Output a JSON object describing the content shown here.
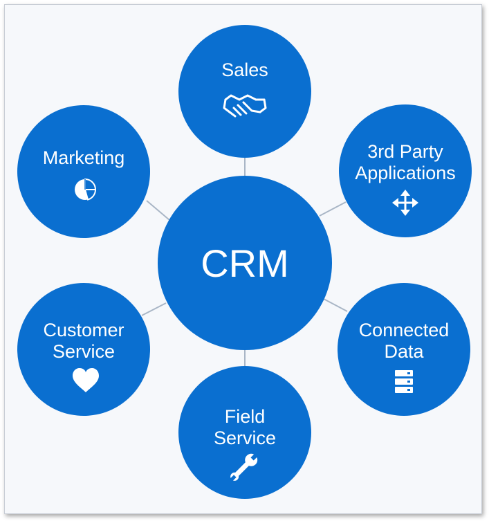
{
  "diagram": {
    "hub": {
      "label": "CRM"
    },
    "nodes": [
      {
        "id": "sales",
        "lines": [
          "Sales"
        ],
        "icon": "handshake-icon"
      },
      {
        "id": "third-party",
        "lines": [
          "3rd Party",
          "Applications"
        ],
        "icon": "move-arrows-icon"
      },
      {
        "id": "connected-data",
        "lines": [
          "Connected",
          "Data"
        ],
        "icon": "database-icon"
      },
      {
        "id": "field-service",
        "lines": [
          "Field",
          "Service"
        ],
        "icon": "wrench-icon"
      },
      {
        "id": "customer-service",
        "lines": [
          "Customer",
          "Service"
        ],
        "icon": "heart-icon"
      },
      {
        "id": "marketing",
        "lines": [
          "Marketing"
        ],
        "icon": "pie-chart-icon"
      }
    ],
    "colors": {
      "node_fill": "#0a6fd0",
      "connector": "#a9b6c6",
      "text": "#ffffff",
      "background": "#f6f8fb"
    }
  }
}
